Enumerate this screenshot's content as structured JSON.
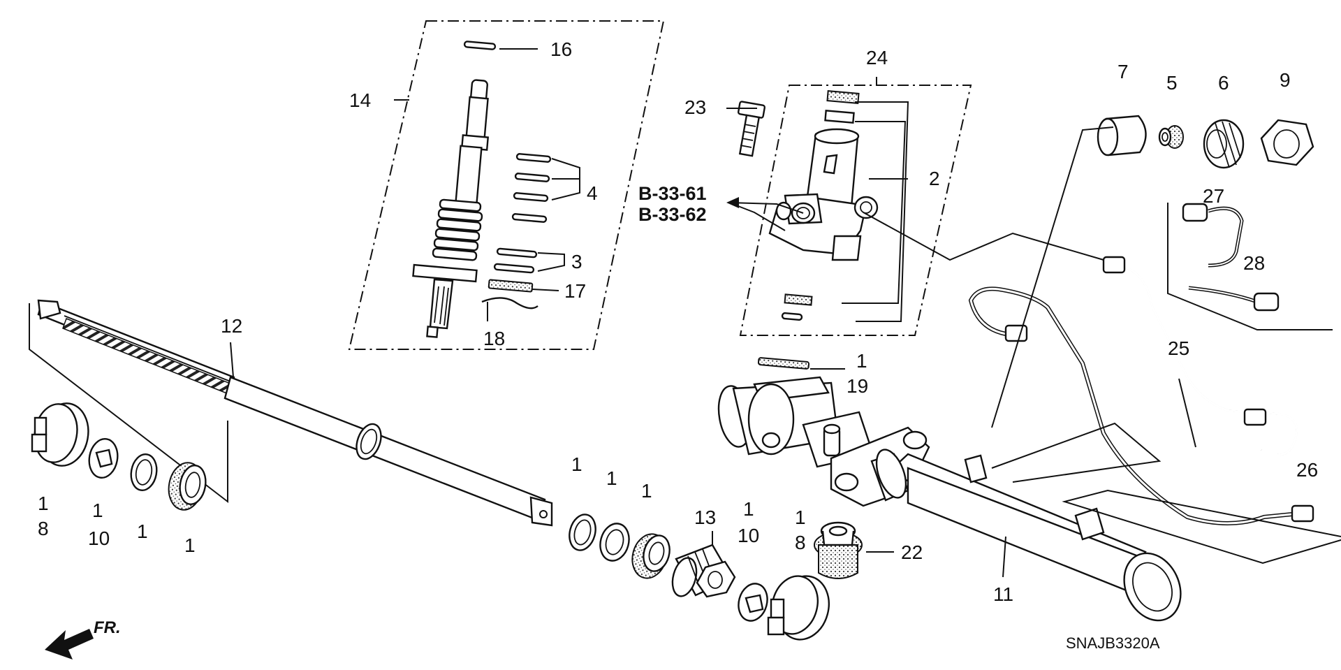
{
  "diagram": {
    "callouts": {
      "c1_main_seal": "1",
      "c1_a": "1",
      "c1_b": "1",
      "c1_c": "1",
      "c1_d": "1",
      "c1_e": "1",
      "c1_f": "1",
      "c1_g": "1",
      "c1_h": "1",
      "c1_i": "1",
      "c2": "2",
      "c3": "3",
      "c4": "4",
      "c5": "5",
      "c6": "6",
      "c7": "7",
      "c8_left": "8",
      "c8_right": "8",
      "c9": "9",
      "c10_left": "10",
      "c10_right": "10",
      "c11": "11",
      "c12": "12",
      "c13": "13",
      "c14": "14",
      "c16": "16",
      "c17": "17",
      "c18": "18",
      "c19": "19",
      "c22": "22",
      "c23": "23",
      "c24": "24",
      "c25": "25",
      "c26": "26",
      "c27": "27",
      "c28": "28"
    },
    "references": [
      "B-33-61",
      "B-33-62"
    ],
    "direction_label": "FR.",
    "diagram_code": "SNAJB3320A"
  }
}
